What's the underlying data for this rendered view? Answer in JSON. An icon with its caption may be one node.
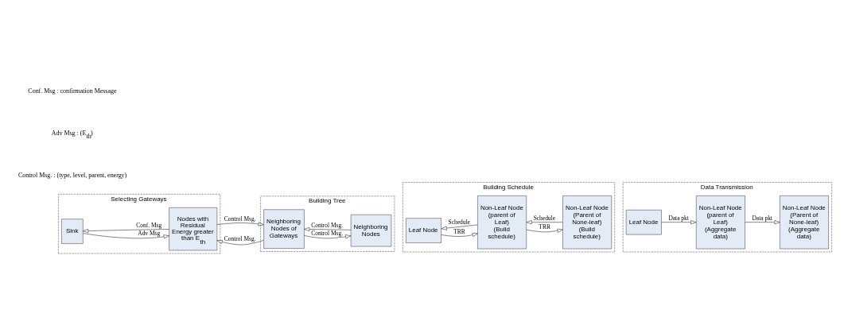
{
  "diagram": {
    "nodes": [
      {
        "text": [
          "Selecting Gateways"
        ]
      },
      {
        "text": [
          "Sink"
        ],
        "in": 0
      },
      {
        "text": [
          "Nodes with Residual Energy greater than E$_{th}$"
        ],
        "in": 0
      },
      {
        "text": [
          "Building Tree"
        ]
      },
      {
        "text": [
          "Neighboring Nodes of Gateways"
        ],
        "in": 3
      },
      {
        "text": [
          "Neighboring Nodes"
        ],
        "in": 3
      },
      {
        "text": [
          "Building Schedule"
        ]
      },
      {
        "text": [
          "Leaf Node"
        ],
        "in": 6
      },
      {
        "text": [
          "Non-Leaf Node (parent of Leaf)",
          "(Build schedule)"
        ],
        "in": 6
      },
      {
        "text": [
          "Non-Leaf Node (Parent of None-leaf)",
          "(Build schedule)"
        ],
        "in": 6
      },
      {
        "text": [
          "Data Transmission"
        ]
      },
      {
        "text": [
          "Leaf Node"
        ],
        "in": 10
      },
      {
        "text": [
          "Non-Leaf Node (parent of Leaf)",
          "(Aggregate data)"
        ],
        "in": 10
      },
      {
        "text": [
          "Non-Leaf Node (Parent of None-leaf)",
          "(Aggregate data)"
        ],
        "in": 10
      }
    ],
    "edges": [
      {
        "from": 1,
        "to": 2,
        "arrow": "to",
        "label": "Adv Msg"
      },
      {
        "from": 2,
        "to": 1,
        "arrow": "to",
        "label": "Conf. Msg"
      },
      {
        "from": 2,
        "to": 4,
        "arrow": "to",
        "label": "Control Msg."
      },
      {
        "from": 4,
        "to": 2,
        "arrow": "to",
        "label": "Control Msg."
      },
      {
        "from": 4,
        "to": 5,
        "arrow": "to",
        "label": "Control Msg."
      },
      {
        "from": 5,
        "to": 4,
        "arrow": "to",
        "label": "Control Msg."
      },
      {
        "from": 7,
        "to": 8,
        "arrow": "to",
        "label": "TRR"
      },
      {
        "from": 8,
        "to": 9,
        "arrow": "to",
        "label": "TRR"
      },
      {
        "from": 9,
        "to": 8,
        "arrow": "to",
        "label": "Schedule"
      },
      {
        "from": 8,
        "to": 7,
        "arrow": "to",
        "label": "Schedule"
      },
      {
        "from": 11,
        "to": 12,
        "arrow": "to",
        "label": "Data pkt"
      },
      {
        "from": 12,
        "to": 13,
        "arrow": "to",
        "label": "Data pkt"
      }
    ],
    "labels": [
      "Control Msg. : (type, level, parent, energy)",
      "Adv Msg : (E$_{th}$)",
      "Conf. Msg : confirmation Message"
    ]
  }
}
